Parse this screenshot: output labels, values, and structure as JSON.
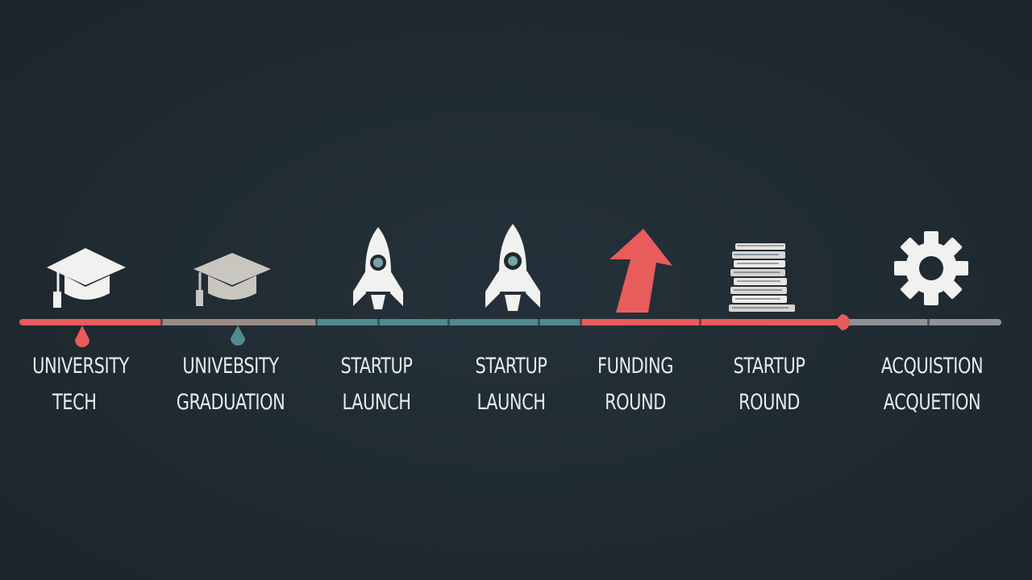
{
  "colors": {
    "background": "#1f2a31",
    "coral": "#e85c5c",
    "taupe": "#9a8c86",
    "teal": "#4f8a8f",
    "grey": "#8f9396",
    "icon_white": "#f1f1ef",
    "icon_grey": "#c9c6c0"
  },
  "stages": [
    {
      "icon": "graduation-cap-icon",
      "line1": "UNIVERSITY",
      "line2": "TECH"
    },
    {
      "icon": "graduation-cap-icon",
      "line1": "UNIVEBSITY",
      "line2": "GRADUATION"
    },
    {
      "icon": "rocket-icon",
      "line1": "STARTUP",
      "line2": "LAUNCH"
    },
    {
      "icon": "rocket-icon",
      "line1": "STARTUP",
      "line2": "LAUNCH"
    },
    {
      "icon": "arrow-up-icon",
      "line1": "FUNDING",
      "line2": "ROUND"
    },
    {
      "icon": "book-stack-icon",
      "line1": "STARTUP",
      "line2": "ROUND"
    },
    {
      "icon": "gear-icon",
      "line1": "ACQUISTION",
      "line2": "ACQUETION"
    }
  ]
}
